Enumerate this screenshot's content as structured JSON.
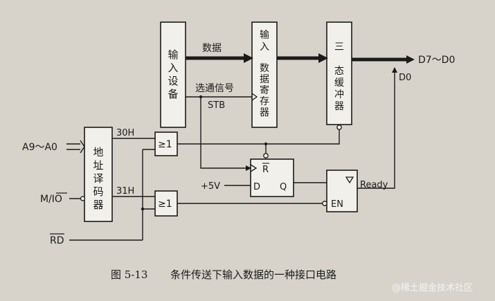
{
  "colors": {
    "paper": "#d7d3ca",
    "ink": "#1a1a1a",
    "box_fill": "#f2f0ea",
    "watermark": "#f4f4f4"
  },
  "blocks": {
    "input_device": [
      "输",
      "入",
      "设",
      "备"
    ],
    "input_register": [
      "输",
      "入",
      "数",
      "据",
      "寄",
      "存",
      "器"
    ],
    "tristate_buffer": [
      "三",
      "态",
      "缓",
      "冲",
      "器"
    ],
    "address_decoder": [
      "地",
      "址",
      "译",
      "码",
      "器"
    ]
  },
  "labels": {
    "data": "数据",
    "strobe_cn": "选通信号",
    "strobe": "STB",
    "out_bus": "D7～D0",
    "d0": "D0",
    "addr_in": "A9～A0",
    "mio": "M/IO",
    "rd": "RD",
    "port_30h": "30H",
    "port_31h": "31H",
    "gate_label": "≥1",
    "ff_r": "R",
    "ff_d": "D",
    "ff_q": "Q",
    "vcc": "+5V",
    "en": "EN",
    "ready": "Ready"
  },
  "caption": {
    "number": "图 5-13",
    "title": "条件传送下输入数据的一种接口电路"
  },
  "watermark": "@稀土掘金技术社区"
}
